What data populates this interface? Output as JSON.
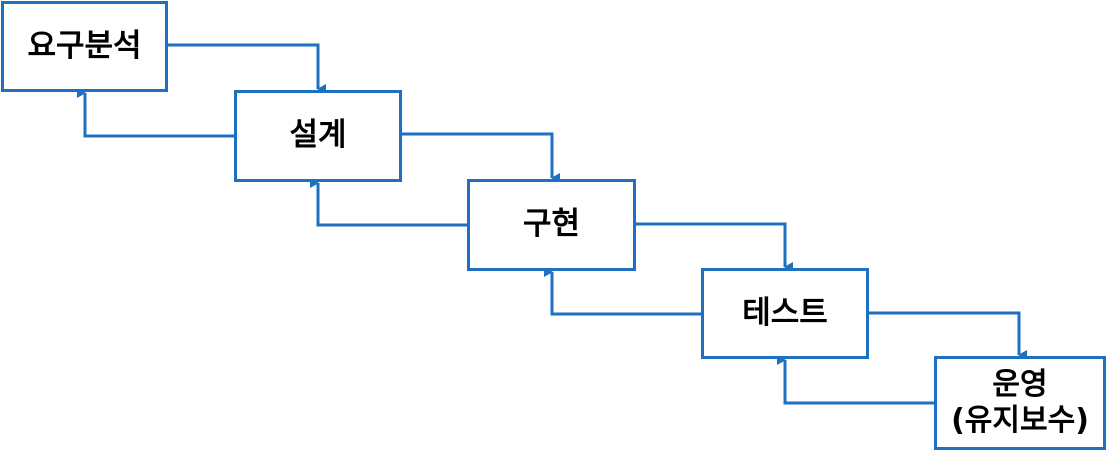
{
  "diagram": {
    "stages": {
      "requirements": "요구분석",
      "design": "설계",
      "implementation": "구현",
      "test": "테스트",
      "operation_line1": "운영",
      "operation_line2": "(유지보수)"
    },
    "colors": {
      "box_border": "#1f70c1",
      "arrow": "#1f70c1",
      "text": "#000000",
      "background": "#ffffff"
    }
  }
}
